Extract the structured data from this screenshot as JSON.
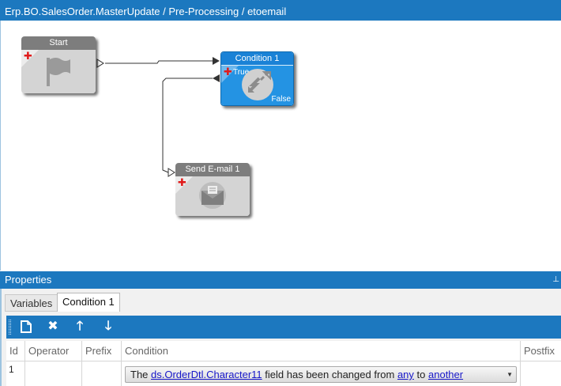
{
  "window": {
    "title": "Erp.BO.SalesOrder.MasterUpdate / Pre-Processing / etoemail"
  },
  "workflow": {
    "start_node": {
      "label": "Start"
    },
    "condition_node": {
      "label": "Condition 1",
      "true_port": "True",
      "false_port": "False"
    },
    "email_node": {
      "label": "Send E-mail 1"
    }
  },
  "properties": {
    "title": "Properties",
    "tabs": [
      {
        "label": "Variables",
        "active": false
      },
      {
        "label": "Condition 1",
        "active": true
      }
    ],
    "toolbar": {
      "buttons": [
        "new-icon",
        "delete-icon",
        "move-up-icon",
        "move-down-icon"
      ]
    },
    "grid": {
      "columns": [
        "Id",
        "Operator",
        "Prefix",
        "Condition",
        "Postfix"
      ],
      "rows": [
        {
          "id": "1",
          "operator": "",
          "prefix": "",
          "condition": {
            "pre": "The ",
            "link1": "ds.OrderDtl.Character11",
            "mid1": " field has been changed from ",
            "link2": "any",
            "mid2": " to ",
            "link3": "another"
          },
          "postfix": ""
        }
      ]
    }
  },
  "colors": {
    "accent": "#1c78bf",
    "node_blue": "#2493e3",
    "node_gray": "#d4d4d4",
    "plus_red": "#e01b1b",
    "link": "#1717c9"
  }
}
